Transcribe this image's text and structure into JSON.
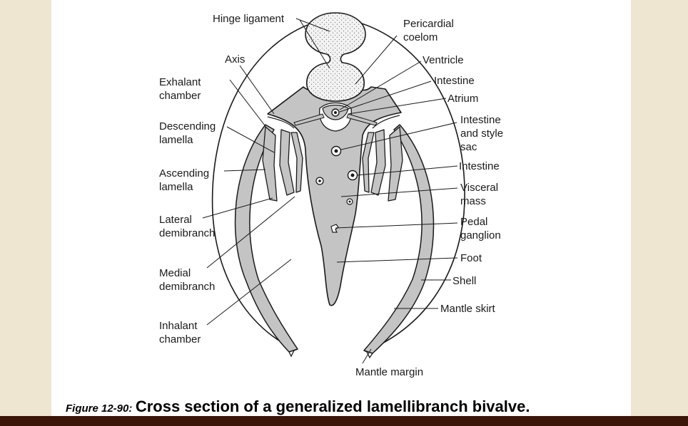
{
  "labels": {
    "hinge_ligament": "Hinge ligament",
    "axis": "Axis",
    "exhalant_1": "Exhalant",
    "exhalant_2": "chamber",
    "descending_1": "Descending",
    "descending_2": "lamella",
    "ascending_1": "Ascending",
    "ascending_2": "lamella",
    "lateral_1": "Lateral",
    "lateral_2": "demibranch",
    "medial_1": "Medial",
    "medial_2": "demibranch",
    "inhalant_1": "Inhalant",
    "inhalant_2": "chamber",
    "pericardial_1": "Pericardial",
    "pericardial_2": "coelom",
    "ventricle": "Ventricle",
    "intestine_top": "Intestine",
    "atrium": "Atrium",
    "intestine_style_1": "Intestine",
    "intestine_style_2": "and style",
    "intestine_style_3": "sac",
    "intestine_mid": "Intestine",
    "visceral_1": "Visceral",
    "visceral_2": "mass",
    "pedal_1": "Pedal",
    "pedal_2": "ganglion",
    "foot": "Foot",
    "shell": "Shell",
    "mantle_skirt": "Mantle skirt",
    "mantle_margin": "Mantle margin"
  },
  "caption": {
    "figure_label": "Figure 12-90:",
    "text": "Cross section of a generalized lamellibranch bivalve."
  },
  "colors": {
    "tissue_fill": "#c4c4c4",
    "ligament_fill": "#f2f2f2",
    "outline": "#1a1a1a",
    "background": "#efe6d2",
    "bottom_bar": "#3a1508"
  }
}
